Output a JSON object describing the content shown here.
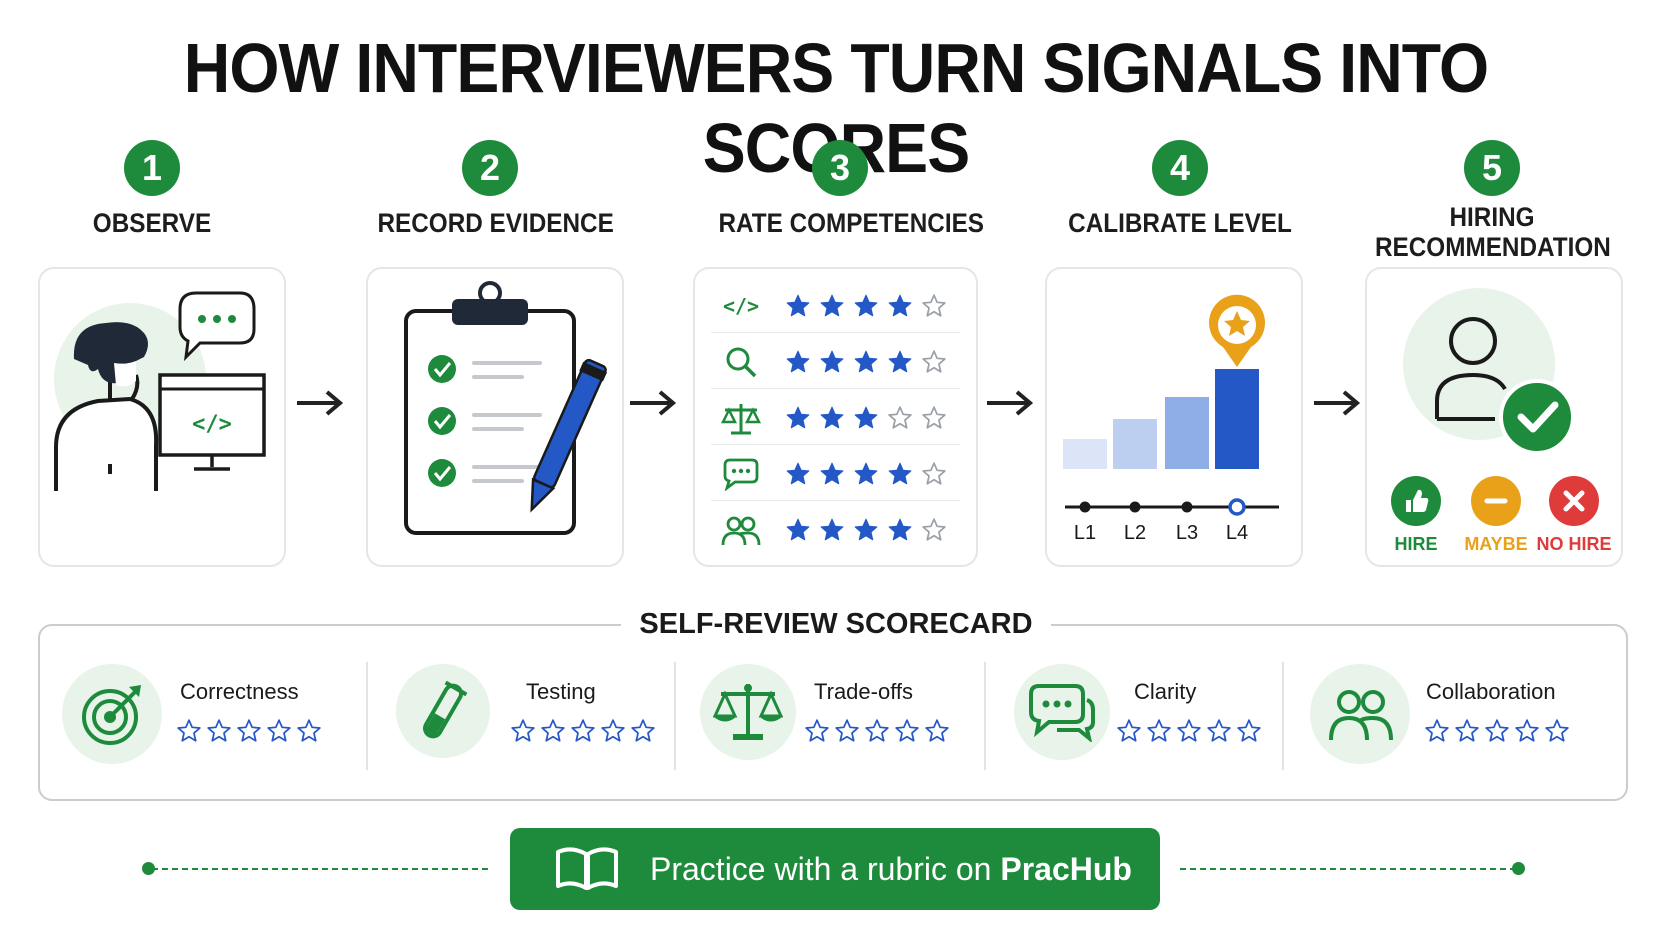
{
  "title": "HOW INTERVIEWERS TURN SIGNALS INTO SCORES",
  "steps": [
    {
      "num": "1",
      "label": "OBSERVE"
    },
    {
      "num": "2",
      "label": "RECORD EVIDENCE"
    },
    {
      "num": "3",
      "label": "RATE COMPETENCIES"
    },
    {
      "num": "4",
      "label": "CALIBRATE LEVEL"
    },
    {
      "num": "5",
      "label_line1": "HIRING",
      "label_line2": "RECOMMENDATION"
    }
  ],
  "observe_card": {
    "icons": [
      "person-icon",
      "speech-bubble-icon",
      "monitor-code-icon"
    ],
    "code_glyph": "</>"
  },
  "record_card": {
    "icons": [
      "clipboard-icon",
      "check-icon",
      "pen-icon"
    ],
    "checked_items": 3
  },
  "rate_card": {
    "rows": [
      {
        "icon": "code-icon",
        "glyph": "</>",
        "rating": 4,
        "max": 5
      },
      {
        "icon": "magnifier-icon",
        "rating": 4,
        "max": 5
      },
      {
        "icon": "scales-icon",
        "rating": 3,
        "max": 5
      },
      {
        "icon": "chat-icon",
        "rating": 4,
        "max": 5
      },
      {
        "icon": "people-icon",
        "rating": 4,
        "max": 5
      }
    ]
  },
  "calibrate_card": {
    "levels": [
      "L1",
      "L2",
      "L3",
      "L4"
    ],
    "bar_heights_relative": [
      0.3,
      0.5,
      0.72,
      1.0
    ],
    "selected_level": "L4",
    "marker_icon": "star-pin-icon"
  },
  "recommend_card": {
    "options": [
      {
        "label": "HIRE",
        "icon": "thumbs-up-icon",
        "color": "#1e8a3c"
      },
      {
        "label": "MAYBE",
        "icon": "minus-icon",
        "color": "#e9a11a"
      },
      {
        "label": "NO HIRE",
        "icon": "x-icon",
        "color": "#e03b3b"
      }
    ]
  },
  "scorecard": {
    "title": "SELF-REVIEW SCORECARD",
    "items": [
      {
        "name": "Correctness",
        "icon": "target-icon",
        "rating": 0,
        "max": 5
      },
      {
        "name": "Testing",
        "icon": "test-tube-icon",
        "rating": 0,
        "max": 5
      },
      {
        "name": "Trade-offs",
        "icon": "scales-icon",
        "rating": 0,
        "max": 5
      },
      {
        "name": "Clarity",
        "icon": "chat-icon",
        "rating": 0,
        "max": 5
      },
      {
        "name": "Collaboration",
        "icon": "people-icon",
        "rating": 0,
        "max": 5
      }
    ]
  },
  "cta": {
    "text_prefix": "Practice with a rubric on ",
    "text_brand": "PracHub",
    "icon": "book-icon"
  },
  "colors": {
    "green": "#1e8a3c",
    "blue": "#2458c6",
    "orange": "#e9a11a",
    "red": "#e03b3b",
    "light_green": "#e8f3ea"
  }
}
